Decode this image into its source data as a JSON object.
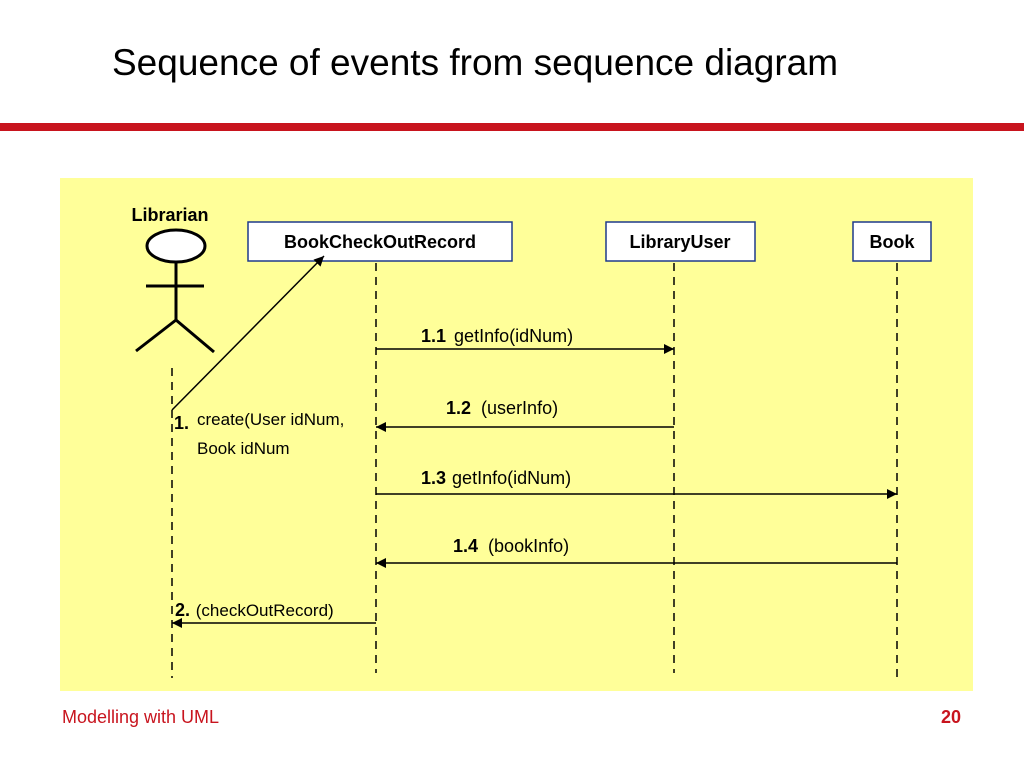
{
  "slide": {
    "title": "Sequence of events from sequence diagram",
    "footer": "Modelling with UML",
    "page_number": "20"
  },
  "colors": {
    "title_bar": "#c8141e",
    "diagram_bg": "#ffff99",
    "footer_text": "#c8141e",
    "object_border": "#1f3a8a"
  },
  "diagram": {
    "actor": "Librarian",
    "objects": [
      "BookCheckOutRecord",
      "LibraryUser",
      "Book"
    ],
    "messages": [
      {
        "number": "1.",
        "lines": [
          "create(User idNum,",
          "Book idNum"
        ]
      },
      {
        "number": "1.1",
        "text": "getInfo(idNum)"
      },
      {
        "number": "1.2",
        "text": "(userInfo)"
      },
      {
        "number": "1.3",
        "text": "getInfo(idNum)"
      },
      {
        "number": "1.4",
        "text": "(bookInfo)"
      },
      {
        "number": "2.",
        "text": "(checkOutRecord)"
      }
    ]
  }
}
